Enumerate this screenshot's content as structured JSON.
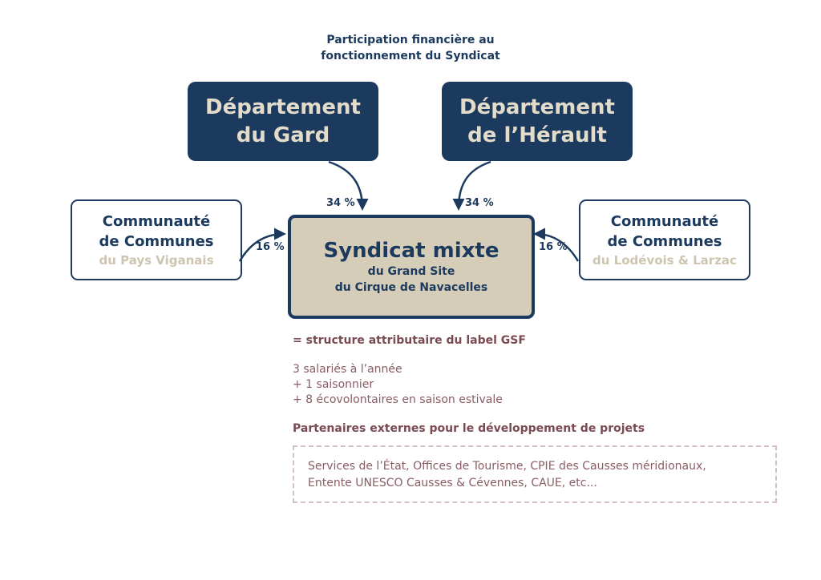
{
  "title": {
    "line1": "Participation financière au",
    "line2": "fonctionnement du Syndicat"
  },
  "departments": [
    {
      "line1": "Département",
      "line2": "du Gard"
    },
    {
      "line1": "Département",
      "line2": "de l’Hérault"
    }
  ],
  "communities": [
    {
      "line1": "Communauté",
      "line2": "de Communes",
      "line3": "du Pays Viganais"
    },
    {
      "line1": "Communauté",
      "line2": "de Communes",
      "line3": "du Lodévois & Larzac"
    }
  ],
  "syndicat": {
    "line1": "Syndicat mixte",
    "line2": "du Grand Site",
    "line3": "du Cirque de Navacelles"
  },
  "percentages": {
    "gard": "34 %",
    "herault": "34 %",
    "viganais": "16 %",
    "lodevois": "16 %"
  },
  "attribution": "= structure attributaire du label GSF",
  "staff": [
    "3 salariés à l’année",
    "+ 1 saisonnier",
    "+ 8 écovolontaires en saison estivale"
  ],
  "partners": {
    "title": "Partenaires externes pour le développement de projets",
    "line1": "Services de l’État, Offices de Tourisme, CPIE des Causses méridionaux,",
    "line2": "Entente UNESCO Causses & Cévennes, CAUE, etc..."
  },
  "colors": {
    "navy": "#1c3a5e",
    "beige": "#d6cdb9",
    "mauve": "#7a4a52"
  }
}
